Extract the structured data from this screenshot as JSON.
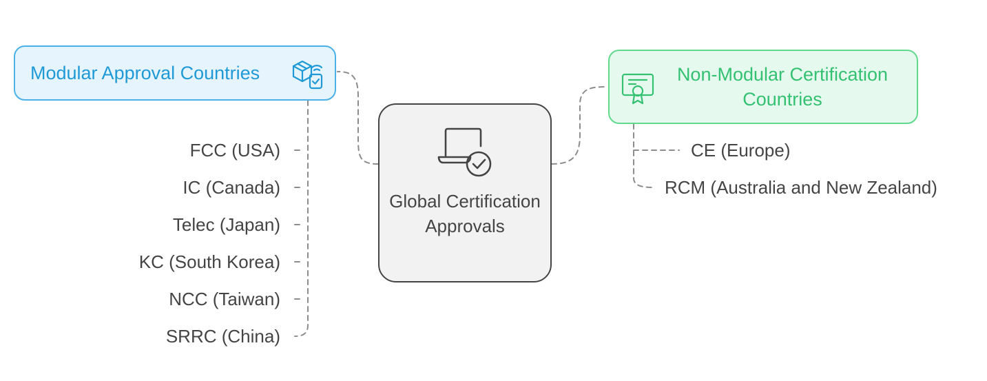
{
  "center": {
    "title": "Global Certification Approvals",
    "icon": "laptop-check-icon"
  },
  "modular": {
    "title": "Modular Approval Countries",
    "icon": "package-check-icon",
    "accent": "#4ab1e6",
    "fill": "#e6f4fd",
    "items": [
      {
        "label": "FCC (USA)"
      },
      {
        "label": "IC (Canada)"
      },
      {
        "label": "Telec (Japan)"
      },
      {
        "label": "KC (South Korea)"
      },
      {
        "label": "NCC (Taiwan)"
      },
      {
        "label": "SRRC (China)"
      }
    ]
  },
  "non_modular": {
    "title": "Non-Modular Certification Countries",
    "icon": "certificate-icon",
    "accent": "#5fd98d",
    "fill": "#e6f9ee",
    "items": [
      {
        "label": "CE (Europe)"
      },
      {
        "label": "RCM (Australia and New Zealand)"
      }
    ]
  },
  "connector_color": "#8c8c8c"
}
